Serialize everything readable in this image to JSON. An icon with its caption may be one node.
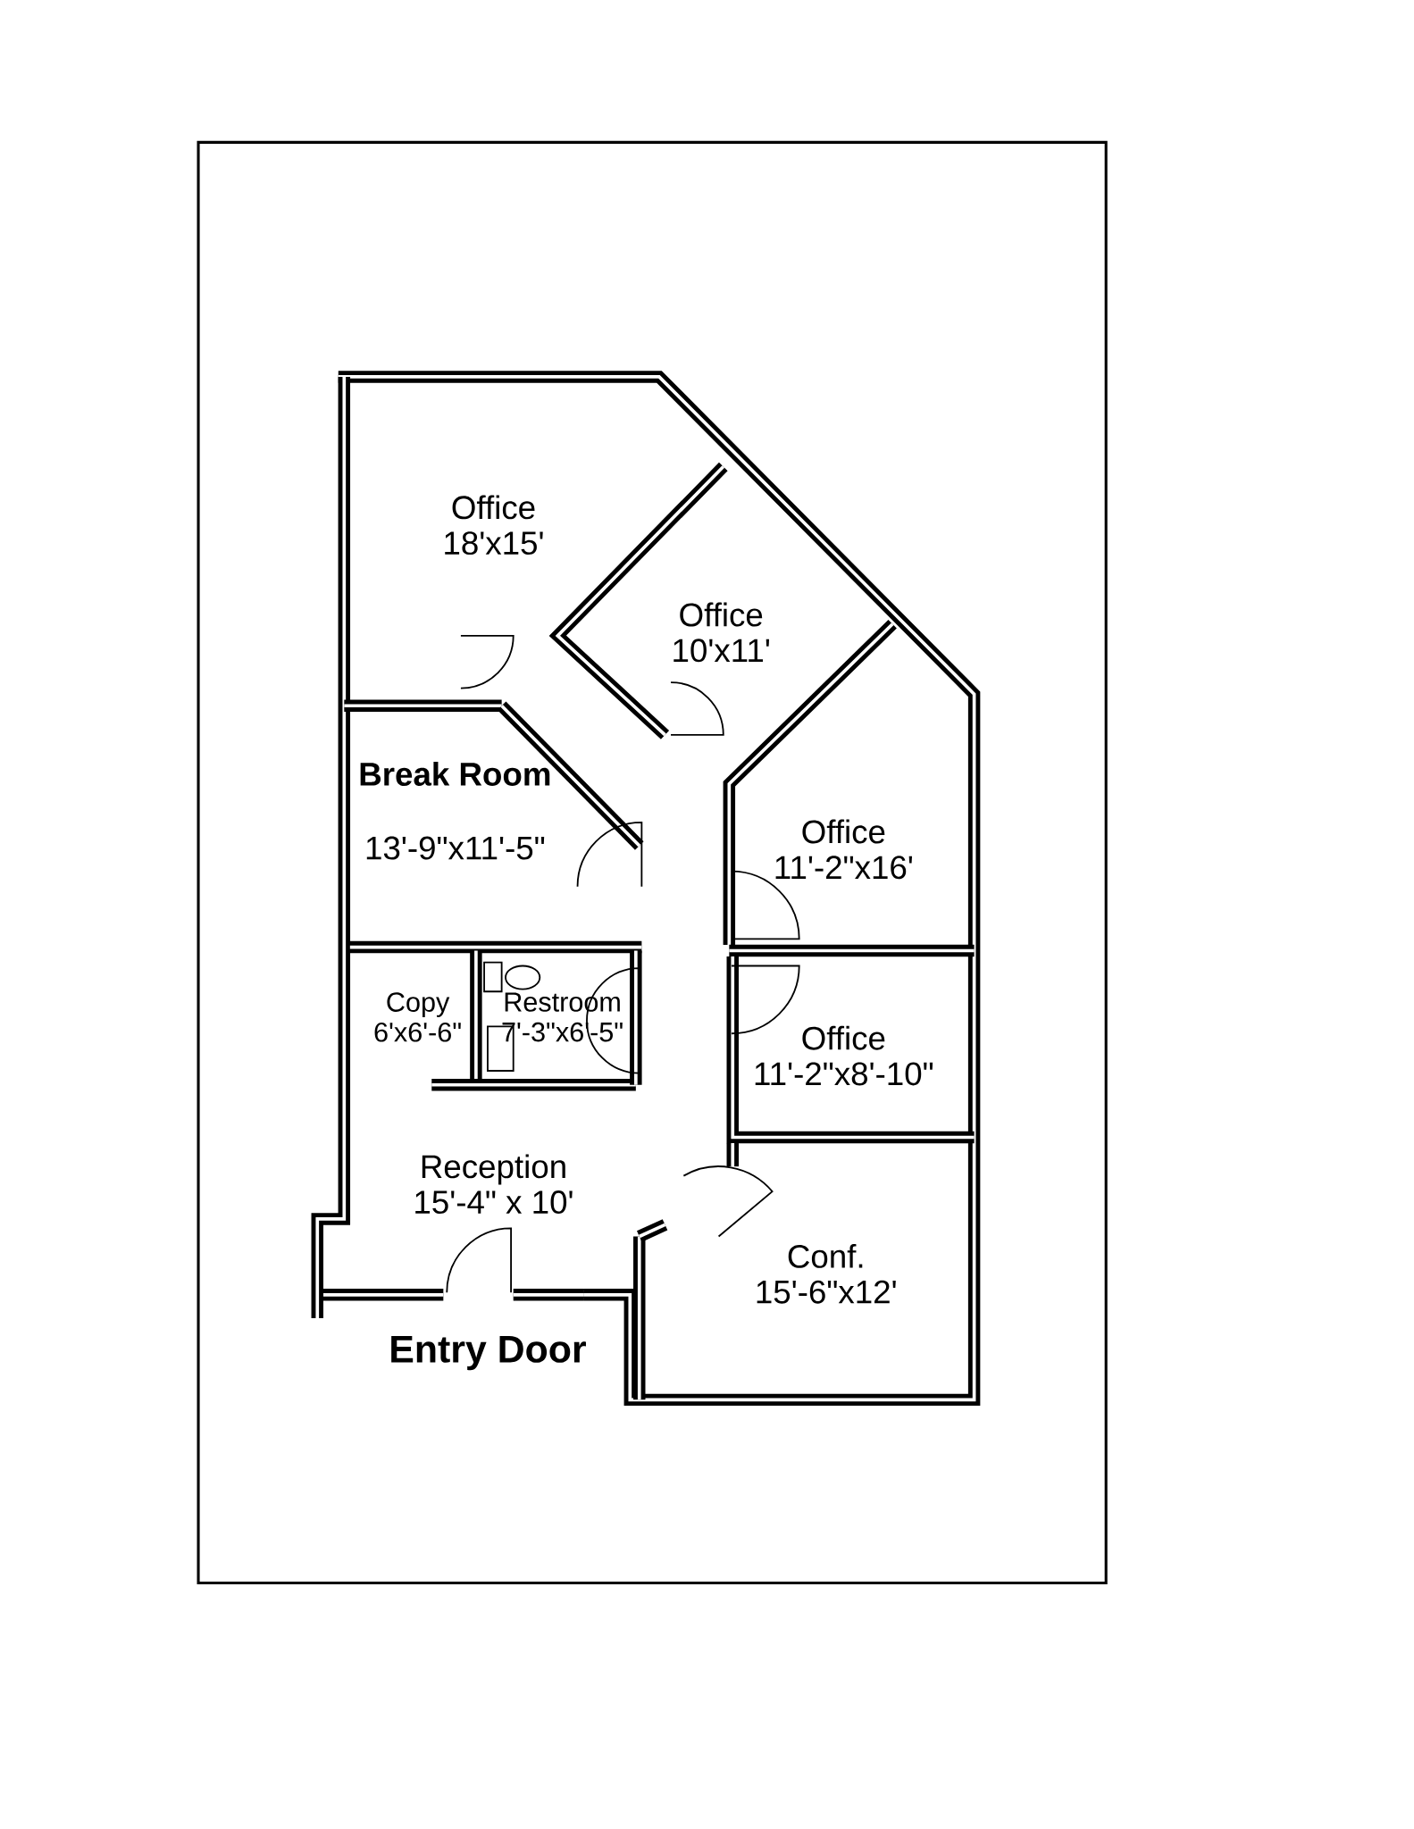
{
  "diagram": {
    "nodes": [
      {
        "text": [
          "Office",
          "18'x15'"
        ]
      },
      {
        "text": [
          "Office",
          "10'x11'"
        ]
      },
      {
        "text": [
          "Break Room",
          "13'-9\"x11'-5\""
        ]
      },
      {
        "text": [
          "Office",
          "11'-2\"x16'"
        ]
      },
      {
        "text": [
          "Copy",
          "6'x6'-6\""
        ]
      },
      {
        "text": [
          "Restroom",
          "7'-3\"x6'-5\""
        ]
      },
      {
        "text": [
          "Office",
          "11'-2\"x8'-10\""
        ]
      },
      {
        "text": [
          "Reception",
          "15'-4\" x 10'"
        ]
      },
      {
        "text": [
          "Conf.",
          "15'-6\"x12'"
        ]
      }
    ],
    "labels": [
      "Entry Door"
    ]
  }
}
